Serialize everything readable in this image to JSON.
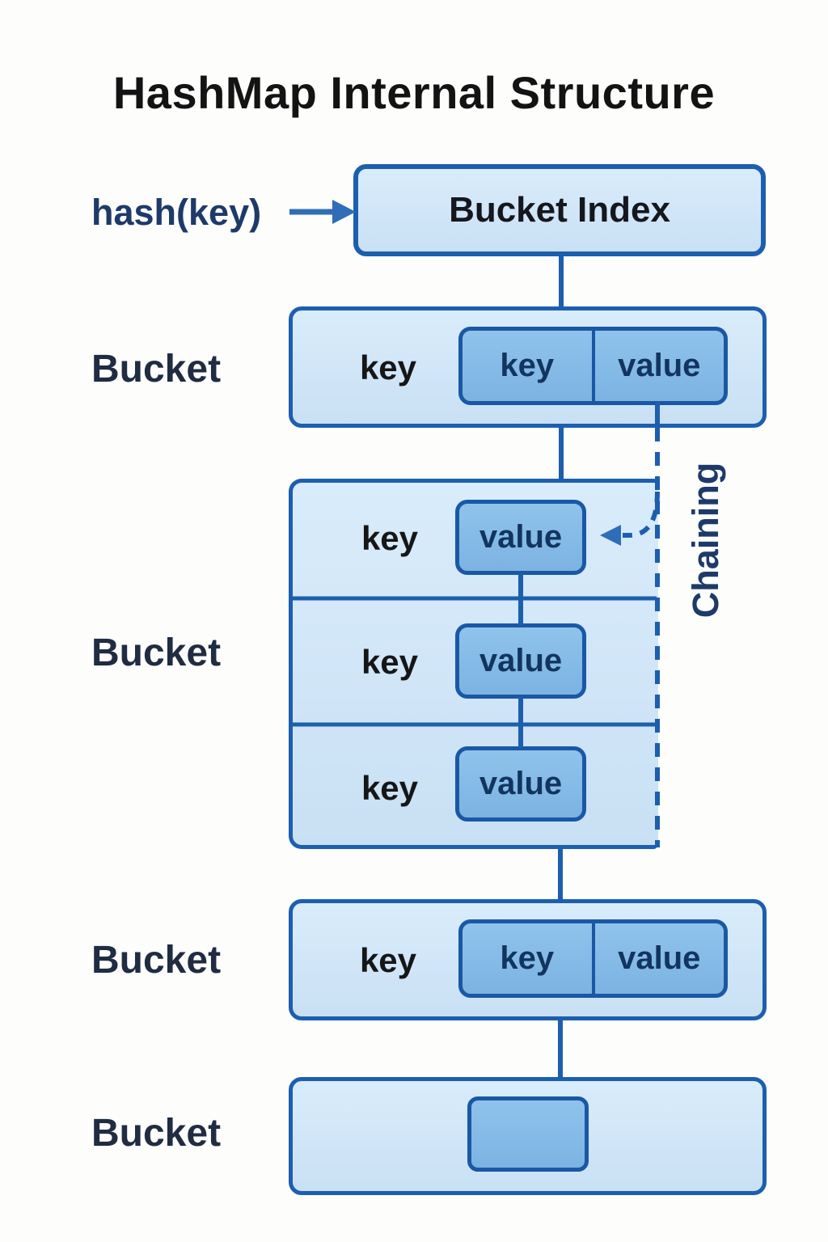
{
  "title": "HashMap Internal Structure",
  "hash_function_label": "hash(key)",
  "bucket_index": {
    "label": "Bucket Index"
  },
  "chaining_label": "Chaining",
  "buckets": [
    {
      "label": "Bucket",
      "key_label": "key",
      "entry": {
        "key": "key",
        "value": "value"
      }
    },
    {
      "label": "Bucket",
      "rows": [
        {
          "key_label": "key",
          "value_label": "value"
        },
        {
          "key_label": "key",
          "value_label": "value"
        },
        {
          "key_label": "key",
          "value_label": "value"
        }
      ]
    },
    {
      "label": "Bucket",
      "key_label": "key",
      "entry": {
        "key": "key",
        "value": "value"
      }
    },
    {
      "label": "Bucket",
      "empty_node": true
    }
  ],
  "colors": {
    "box_border": "#1c5fae",
    "bucket_fill_top": "#d9ecfb",
    "bucket_fill_bottom": "#c9e0f4",
    "node_fill_top": "#8fc3eb",
    "node_fill_bottom": "#7cb3e2",
    "connector": "#1c5fae",
    "arrow_blue": "#2f6db8",
    "title_text": "#131313",
    "key_text": "#161616",
    "node_text": "#12355f",
    "bucket_label_text": "#1f2c42",
    "navy_accent_text": "#1d3a69"
  }
}
